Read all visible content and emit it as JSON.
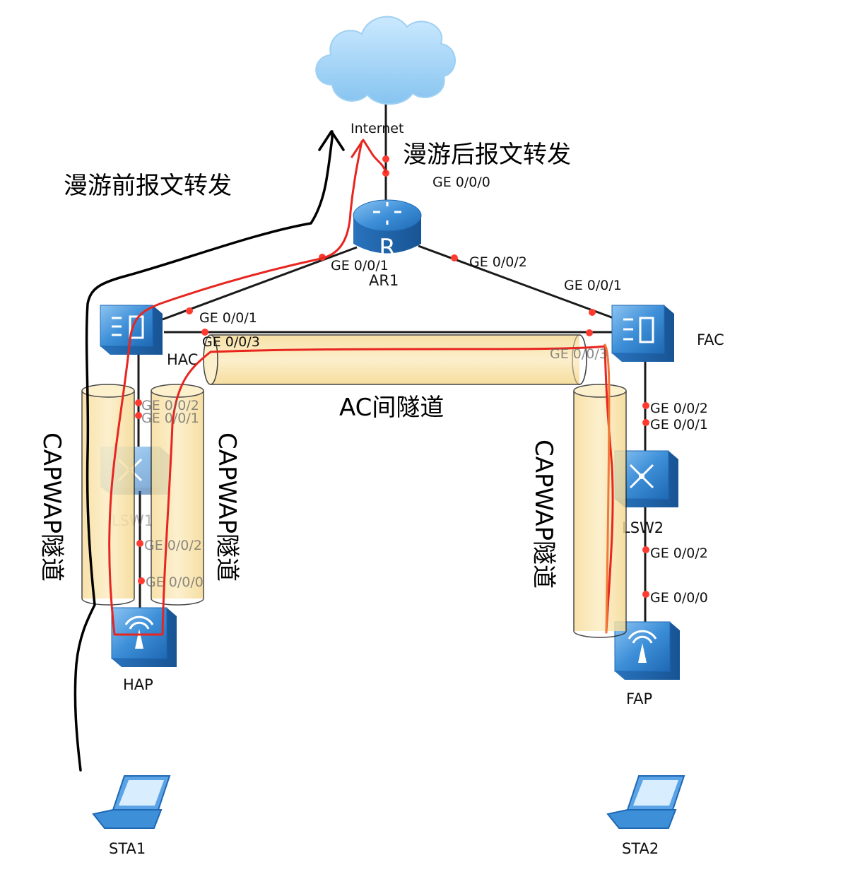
{
  "nodes": {
    "internet": "Internet",
    "ar1": "AR1",
    "hac": "HAC",
    "fac": "FAC",
    "lsw1": "LSW1",
    "lsw2": "LSW2",
    "hap": "HAP",
    "fap": "FAP",
    "sta1": "STA1",
    "sta2": "STA2"
  },
  "router_glyph": "R",
  "ports": {
    "ar1_ge000": "GE 0/0/0",
    "ar1_ge001": "GE 0/0/1",
    "ar1_ge002": "GE 0/0/2",
    "hac_ge001": "GE 0/0/1",
    "hac_ge003": "GE 0/0/3",
    "hac_ge002": "GE 0/0/2",
    "lsw1_ge001": "GE 0/0/1",
    "lsw1_ge002": "GE 0/0/2",
    "lsw1_ge000": "GE 0/0/0",
    "fac_ge001": "GE 0/0/1",
    "fac_ge003": "GE 0/0/3",
    "fac_ge002": "GE 0/0/2",
    "lsw2_ge001": "GE 0/0/1",
    "lsw2_ge002": "GE 0/0/2",
    "lsw2_ge000": "GE 0/0/0"
  },
  "annotations": {
    "before_roam": "漫游前报文转发",
    "after_roam": "漫游后报文转发",
    "ac_tunnel": "AC间隧道",
    "capwap_tunnel": "CAPWAP隧道"
  },
  "icons": {
    "internet": "cloud-icon",
    "ar1": "router-icon",
    "hac": "access-controller-icon",
    "fac": "access-controller-icon",
    "lsw1": "switch-icon",
    "lsw2": "switch-icon",
    "hap": "access-point-icon",
    "fap": "access-point-icon",
    "sta1": "laptop-icon",
    "sta2": "laptop-icon"
  },
  "colors": {
    "device_blue": "#3d8fd8",
    "link": "#1a1a1a",
    "port_dot": "#ff3b30",
    "tunnel_fill": "#fbe7ad",
    "before_path": "#000000",
    "after_path": "#e8251f",
    "tunnel_path": "#f07a3a"
  }
}
